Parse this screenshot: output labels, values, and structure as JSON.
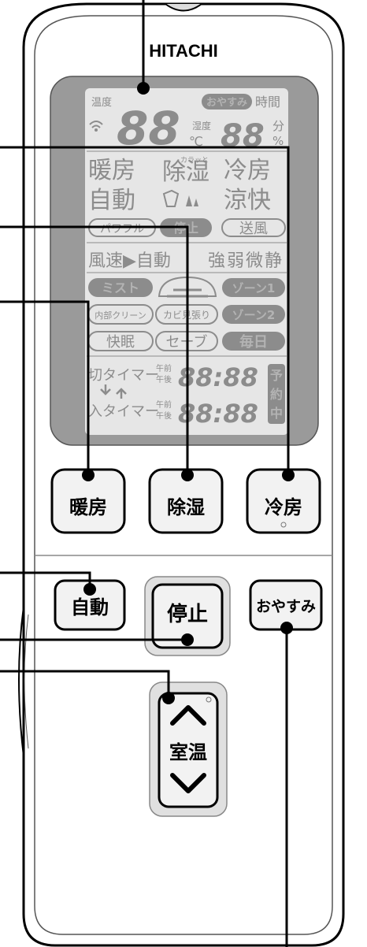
{
  "brand": "HITACHI",
  "lcd": {
    "temp_label": "温度",
    "temp_digits": "88",
    "celsius": "℃",
    "oyasumi_tag": "おやすみ",
    "time_label": "時間",
    "humidity_label": "湿度",
    "humidity_digits": "88",
    "minute": "分",
    "percent": "%",
    "mode_heat": "暖房",
    "mode_dehumid": "除湿",
    "mode_dehumid_ruby": "カラッと",
    "mode_cool": "冷房",
    "mode_auto": "自動",
    "mode_ryokai": "涼快",
    "powerful": "パワフル",
    "stop": "停止",
    "fan_mode": "送風",
    "fan_speed_row": "風速▶自動",
    "fan_strong": "強",
    "fan_weak": "弱",
    "fan_quiet": "微",
    "fan_silent": "静",
    "mist": "ミスト",
    "zone1": "ゾーン1",
    "inner_clean": "内部クリーン",
    "mold_guard": "カビ見張り",
    "zone2": "ゾーン2",
    "comfort_sleep": "快眠",
    "save": "セーブ",
    "daily": "毎日",
    "off_timer": "切タイマー",
    "on_timer": "入タイマー",
    "am": "午前",
    "pm": "午後",
    "clock_digits_1": "88:88",
    "clock_digits_2": "88:88",
    "reserve": [
      "予",
      "約",
      "中"
    ]
  },
  "buttons": {
    "heat": "暖房",
    "dehumid": "除湿",
    "cool": "冷房",
    "auto": "自動",
    "stop": "停止",
    "oyasumi": "おやすみ",
    "room_temp": "室温"
  }
}
